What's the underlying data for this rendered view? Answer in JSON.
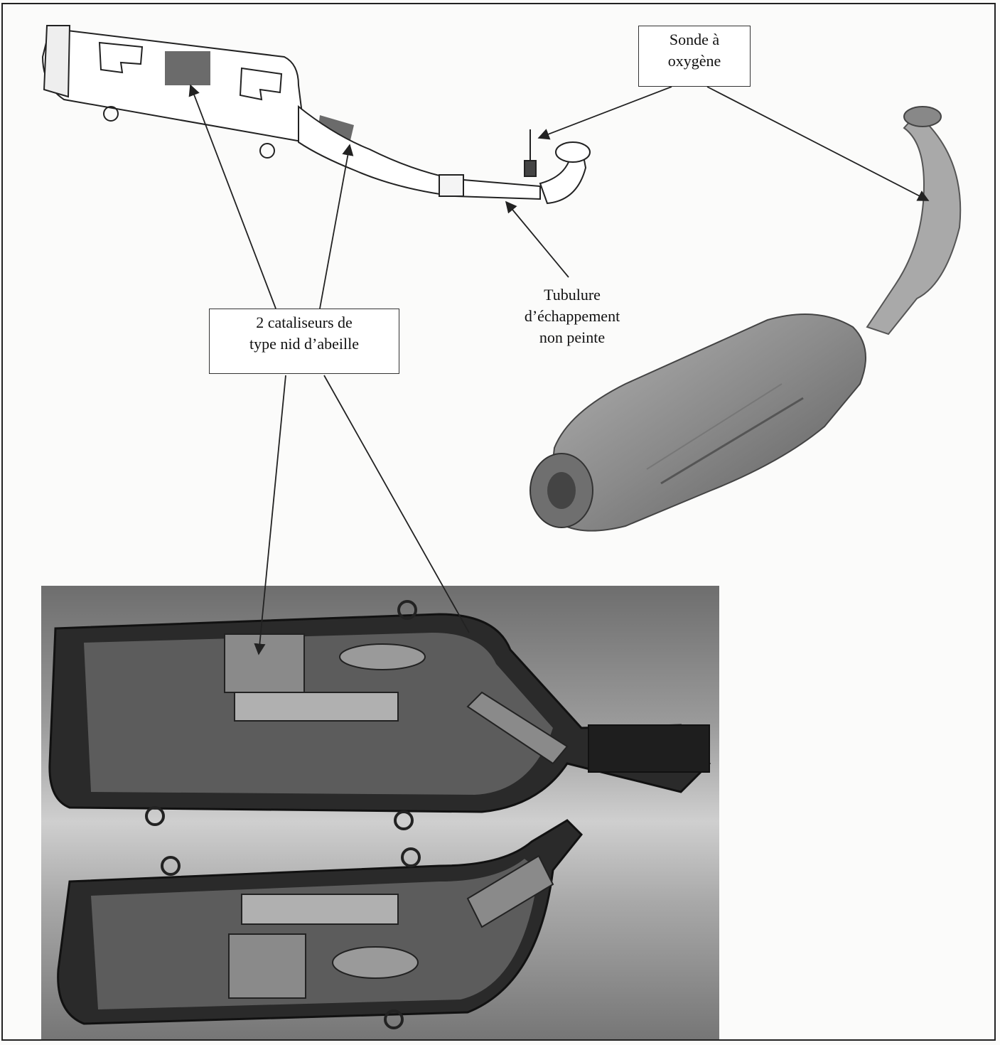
{
  "labels": {
    "oxygen_sensor": [
      "Sonde à",
      "oxygène"
    ],
    "catalysts": [
      "2 cataliseurs de",
      "type nid d’abeille"
    ],
    "exhaust_pipe": [
      "Tubulure",
      "d’échappement",
      "non peinte"
    ]
  },
  "colors": {
    "ink": "#222222",
    "catalyst_fill": "#6b6b6b",
    "photo_dark": "#2a2a2a",
    "muffler_grey": "#8a8a8a"
  }
}
